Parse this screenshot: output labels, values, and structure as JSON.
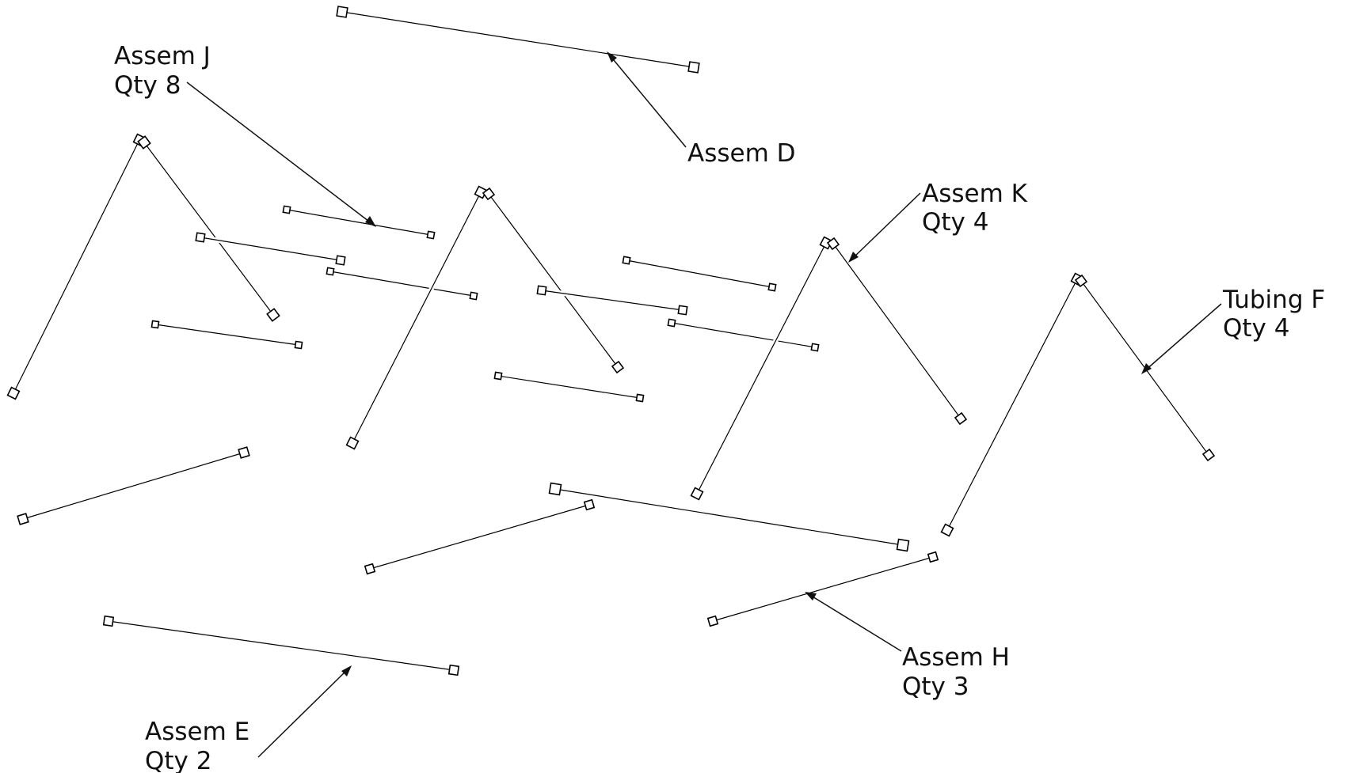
{
  "drawing": {
    "labels": {
      "assem_d": {
        "line1": "Assem D"
      },
      "assem_j": {
        "line1": "Assem J",
        "line2": "Qty 8"
      },
      "assem_k": {
        "line1": "Assem K",
        "line2": "Qty 4"
      },
      "tubing_f": {
        "line1": "Tubing F",
        "line2": "Qty 4"
      },
      "assem_h": {
        "line1": "Assem H",
        "line2": "Qty 3"
      },
      "assem_e": {
        "line1": "Assem E",
        "line2": "Qty 2"
      }
    }
  }
}
